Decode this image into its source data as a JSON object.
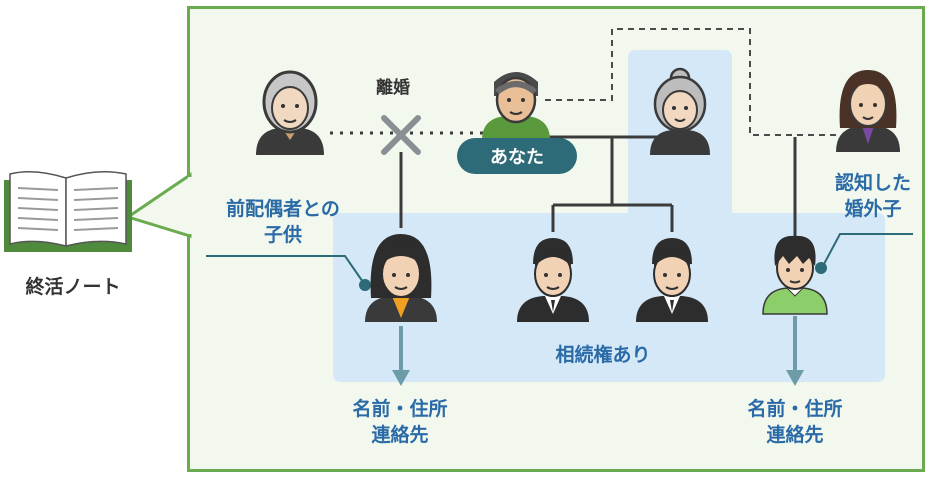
{
  "book": {
    "caption": "終活ノート"
  },
  "labels": {
    "divorce": "離婚",
    "you": "あなた",
    "ex_child_line1": "前配偶者との",
    "ex_child_line2": "子供",
    "recognized_line1": "認知した",
    "recognized_line2": "婚外子",
    "inheritance": "相続権あり",
    "left_info_line1": "名前・住所",
    "left_info_line2": "連絡先",
    "right_info_line1": "名前・住所",
    "right_info_line2": "連絡先"
  },
  "colors": {
    "frame_border": "#6aab4f",
    "frame_fill": "#f2f8ee",
    "inheritance_area": "#d4e8f8",
    "you_badge": "#2c6b77",
    "label_blue": "#2a6aa6",
    "divorce_x": "#8a8f94"
  },
  "people": [
    {
      "role": "ex-spouse",
      "icon": "elderly-man-gray-icon"
    },
    {
      "role": "you",
      "icon": "elderly-man-green-icon"
    },
    {
      "role": "spouse",
      "icon": "elderly-woman-icon"
    },
    {
      "role": "outside-partner",
      "icon": "woman-purple-icon"
    },
    {
      "role": "child-of-ex",
      "icon": "woman-orange-icon"
    },
    {
      "role": "child-1",
      "icon": "man-suit-icon"
    },
    {
      "role": "child-2",
      "icon": "man-suit-icon"
    },
    {
      "role": "recognized-child",
      "icon": "boy-green-icon"
    }
  ]
}
